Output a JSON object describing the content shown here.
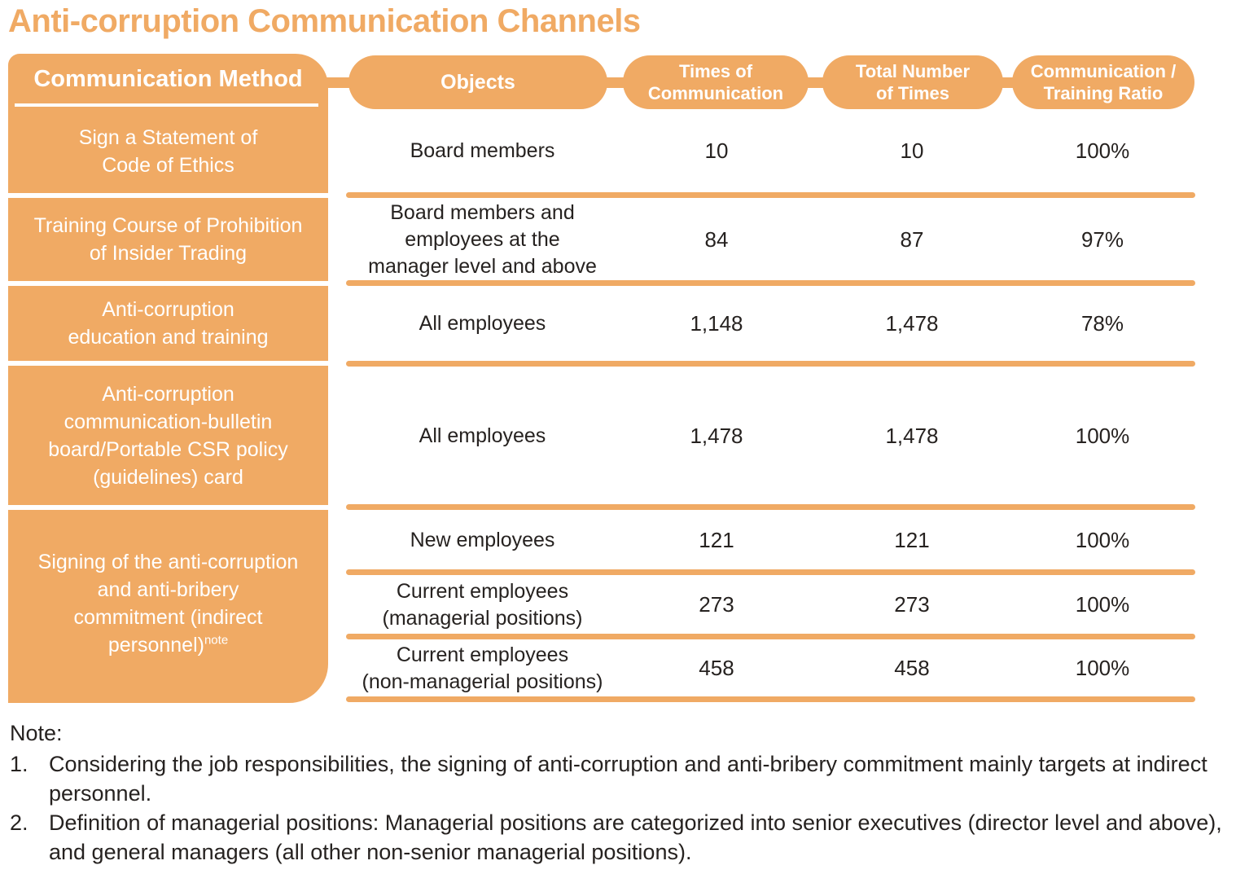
{
  "title": "Anti-corruption Communication Channels",
  "colors": {
    "accent_orange": "#F0AA64",
    "text_dark": "#262220",
    "header_text": "#ffffff"
  },
  "table": {
    "headers": {
      "method": "Communication Method",
      "objects": "Objects",
      "times": "Times of\nCommunication",
      "total": "Total Number\nof Times",
      "ratio": "Communication /\nTraining Ratio"
    },
    "methods": [
      {
        "label": "Sign a Statement of\nCode of Ethics"
      },
      {
        "label": "Training Course of Prohibition\nof Insider Trading"
      },
      {
        "label": "Anti-corruption\neducation and training"
      },
      {
        "label": "Anti-corruption\ncommunication-bulletin\nboard/Portable CSR policy\n(guidelines) card"
      },
      {
        "label": "Signing of the anti-corruption\nand anti-bribery\ncommitment (indirect\npersonnel)",
        "superscript": "note"
      }
    ],
    "rows": [
      {
        "objects": "Board members",
        "times": "10",
        "total": "10",
        "ratio": "100%"
      },
      {
        "objects": "Board members and\nemployees at the\nmanager level and above",
        "times": "84",
        "total": "87",
        "ratio": "97%"
      },
      {
        "objects": "All employees",
        "times": "1,148",
        "total": "1,478",
        "ratio": "78%"
      },
      {
        "objects": "All employees",
        "times": "1,478",
        "total": "1,478",
        "ratio": "100%"
      },
      {
        "objects": "New employees",
        "times": "121",
        "total": "121",
        "ratio": "100%"
      },
      {
        "objects": "Current employees\n(managerial positions)",
        "times": "273",
        "total": "273",
        "ratio": "100%"
      },
      {
        "objects": "Current employees\n(non-managerial positions)",
        "times": "458",
        "total": "458",
        "ratio": "100%"
      }
    ]
  },
  "note": {
    "label": "Note:",
    "items": [
      {
        "num": "1.",
        "text": "Considering the job responsibilities, the signing of anti-corruption and anti-bribery commitment mainly targets at indirect personnel."
      },
      {
        "num": "2.",
        "text": "Definition of managerial positions: Managerial positions are categorized into senior executives (director level and above), and general managers (all other non-senior managerial positions)."
      }
    ]
  }
}
